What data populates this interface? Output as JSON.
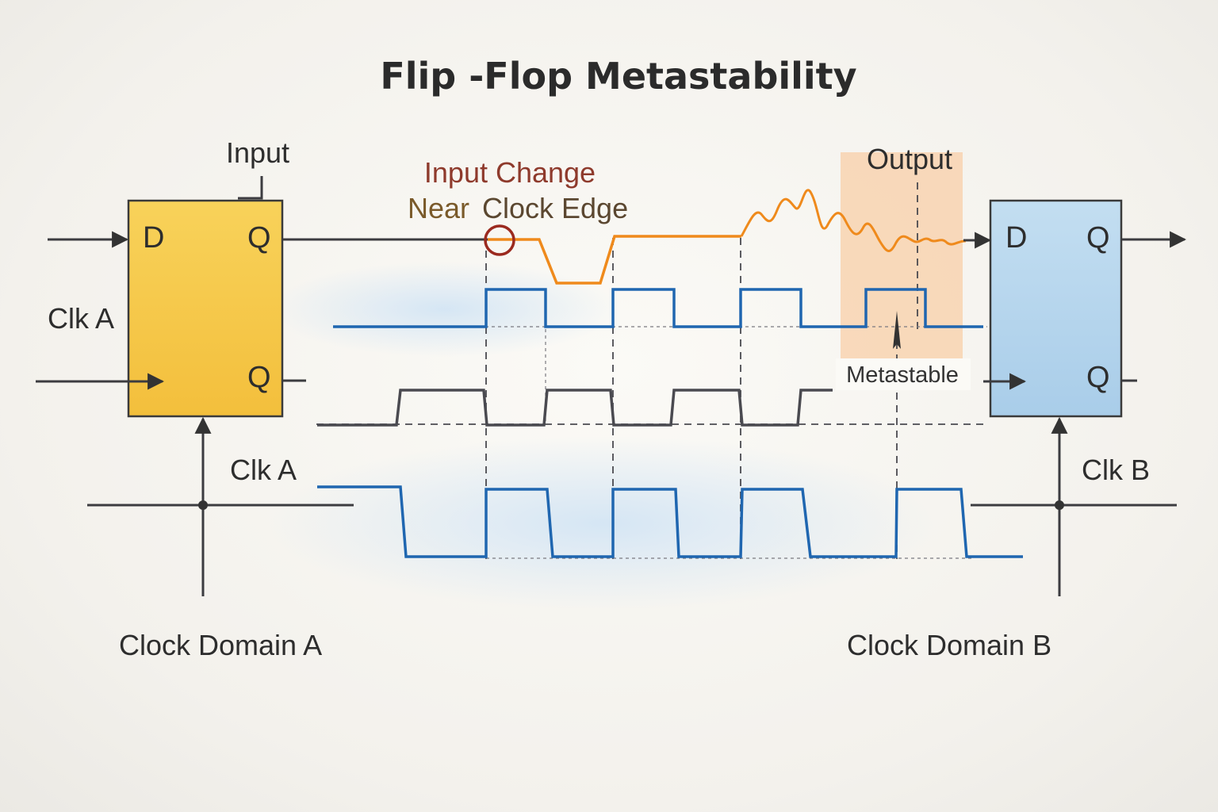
{
  "title": "Flip -Flop Metastability",
  "labels": {
    "input": "Input",
    "output": "Output",
    "input_change_line1": "Input Change",
    "input_change_line2a": "Near",
    "input_change_line2b": "Clock Edge",
    "metastable": "Metastable",
    "clk_a_left": "Clk A",
    "clk_a_mid": "Clk A",
    "clk_b": "Clk B",
    "domain_a": "Clock Domain A",
    "domain_b": "Clock Domain B"
  },
  "flipflop_a": {
    "pin_d": "D",
    "pin_q": "Q",
    "pin_qbar": "Q"
  },
  "flipflop_b": {
    "pin_d": "D",
    "pin_q": "Q",
    "pin_qbar": "Q"
  },
  "colors": {
    "ff_a_fill": "#f7c948",
    "ff_b_fill": "#b9d8ee",
    "clock_wave": "#1f66b0",
    "data_wave": "#ef8a1c",
    "highlight": "#f9caa0",
    "edge_marker": "#9b2a1f"
  },
  "icons": [
    "arrow-right-icon",
    "arrow-up-icon",
    "clock-edge-circle-icon"
  ]
}
